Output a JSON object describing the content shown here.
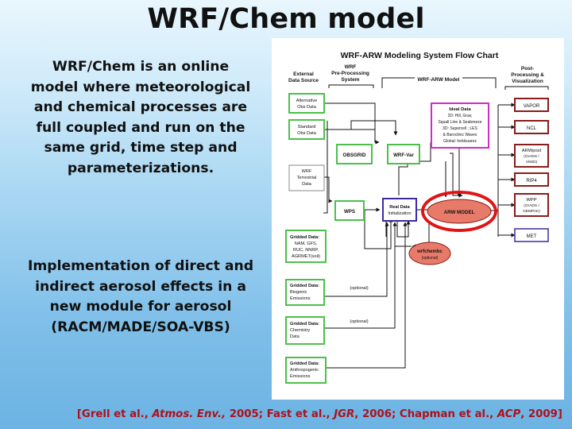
{
  "slide": {
    "title": "WRF/Chem model",
    "para1_lines": [
      "WRF/Chem is an online",
      "model where meteorological",
      "and chemical processes are",
      "full coupled and run on the",
      "same grid, time step and",
      "parameterizations."
    ],
    "para2_lines": [
      "Implementation of direct and",
      "indirect aerosol effects in a",
      "new module for aerosol",
      "(RACM/MADE/SOA-VBS)"
    ],
    "citation": {
      "t1": "[Grell et al., ",
      "j1": "Atmos. Env.,",
      "t2": " 2005; Fast et al., ",
      "j2": "JGR",
      "t3": ", 2006; Chapman et al., ",
      "j3": "ACP",
      "t4": ", 2009]"
    }
  },
  "flowchart": {
    "title": "WRF-ARW Modeling System Flow Chart",
    "headers": {
      "external": [
        "External",
        "Data Source"
      ],
      "wrf_pre": [
        "WRF",
        "Pre-Processing",
        "System"
      ],
      "wrf_arw": [
        "WRF-ARW Model"
      ],
      "post": [
        "Post-",
        "Processing &",
        "Visualization"
      ]
    },
    "boxes": {
      "alt_obs": [
        "Alternative",
        "Obs Data"
      ],
      "std_obs": [
        "Standard",
        "Obs Data"
      ],
      "wrf_terrestrial": [
        "WRF",
        "Terrestrial",
        "Data"
      ],
      "gridded_met": [
        "Gridded Data:",
        "NAM, GFS,",
        "RUC, NNRP,",
        "AGRMET(soil)"
      ],
      "gridded_biogenic": [
        "Gridded Data:",
        "Biogenic",
        "Emissions"
      ],
      "gridded_chem": [
        "Gridded Data:",
        "Chemistry",
        "Data"
      ],
      "gridded_anthro": [
        "Gridded Data:",
        "Anthropogenic",
        "Emissions"
      ],
      "obsgrid": "OBSGRID",
      "wrf_var": "WRF-Var",
      "wps": "WPS",
      "real_data": [
        "Real Data",
        "Initialization"
      ],
      "ideal_data": [
        "Ideal Data",
        "2D: Hill, Grav,",
        "Squall Line & Seabreeze",
        "3D: Supercell ; LES",
        "& Baroclinic Waves",
        "Global: heldsuarez"
      ],
      "arw_model": "ARW MODEL",
      "wrfchembc": [
        "wrfchembc",
        "(optional)"
      ],
      "vapor": "VAPOR",
      "ncl": "NCL",
      "arwpost": [
        "ARWpost",
        "(GrADS /",
        "Vis5D)"
      ],
      "rip4": "RIP4",
      "wpp": [
        "WPP",
        "(GrADS /",
        "GEMPAK)"
      ],
      "met": "MET"
    },
    "optional_labels": [
      "(optional)",
      "(optional)"
    ],
    "colors": {
      "green": "#4cc04a",
      "purple": "#3d2b9e",
      "magenta": "#d12bc7",
      "maroon": "#8a1c1c",
      "arw_fill": "#e87a6a",
      "highlight": "#e01414",
      "citation": "#b0101a"
    }
  }
}
